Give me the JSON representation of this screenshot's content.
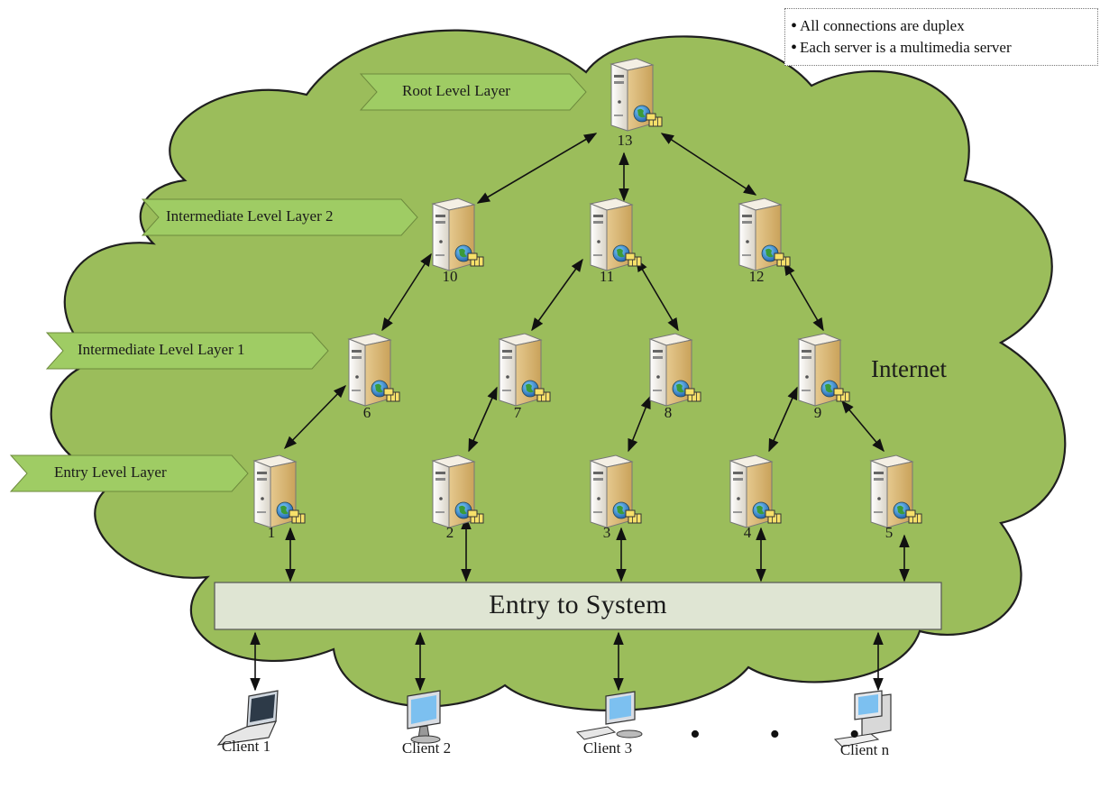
{
  "notes": [
    "All connections are duplex",
    "Each server is a multimedia server"
  ],
  "layers": [
    {
      "label": "Root Level Layer"
    },
    {
      "label": "Intermediate Level Layer 2"
    },
    {
      "label": "Intermediate Level Layer 1"
    },
    {
      "label": "Entry Level Layer"
    }
  ],
  "nodes": [
    {
      "num": "13",
      "layer": "root"
    },
    {
      "num": "10",
      "layer": "intermediate-2"
    },
    {
      "num": "11",
      "layer": "intermediate-2"
    },
    {
      "num": "12",
      "layer": "intermediate-2"
    },
    {
      "num": "6",
      "layer": "intermediate-1"
    },
    {
      "num": "7",
      "layer": "intermediate-1"
    },
    {
      "num": "8",
      "layer": "intermediate-1"
    },
    {
      "num": "9",
      "layer": "intermediate-1"
    },
    {
      "num": "1",
      "layer": "entry"
    },
    {
      "num": "2",
      "layer": "entry"
    },
    {
      "num": "3",
      "layer": "entry"
    },
    {
      "num": "4",
      "layer": "entry"
    },
    {
      "num": "5",
      "layer": "entry"
    }
  ],
  "internet_label": "Internet",
  "entry_label": "Entry to System",
  "ellipsis": "• • •",
  "clients": [
    {
      "label": "Client 1",
      "device": "laptop-icon"
    },
    {
      "label": "Client 2",
      "device": "monitor-icon"
    },
    {
      "label": "Client 3",
      "device": "desktop-icon"
    },
    {
      "label": "Client n",
      "device": "pc-tower-icon"
    }
  ],
  "colors": {
    "cloud": "#9bbd5b",
    "cloud_outline": "#1f1f1f",
    "layer_banner": "#9fcc64",
    "entry_box": "#dfe5d3",
    "server_body": "#e8d7b4"
  }
}
